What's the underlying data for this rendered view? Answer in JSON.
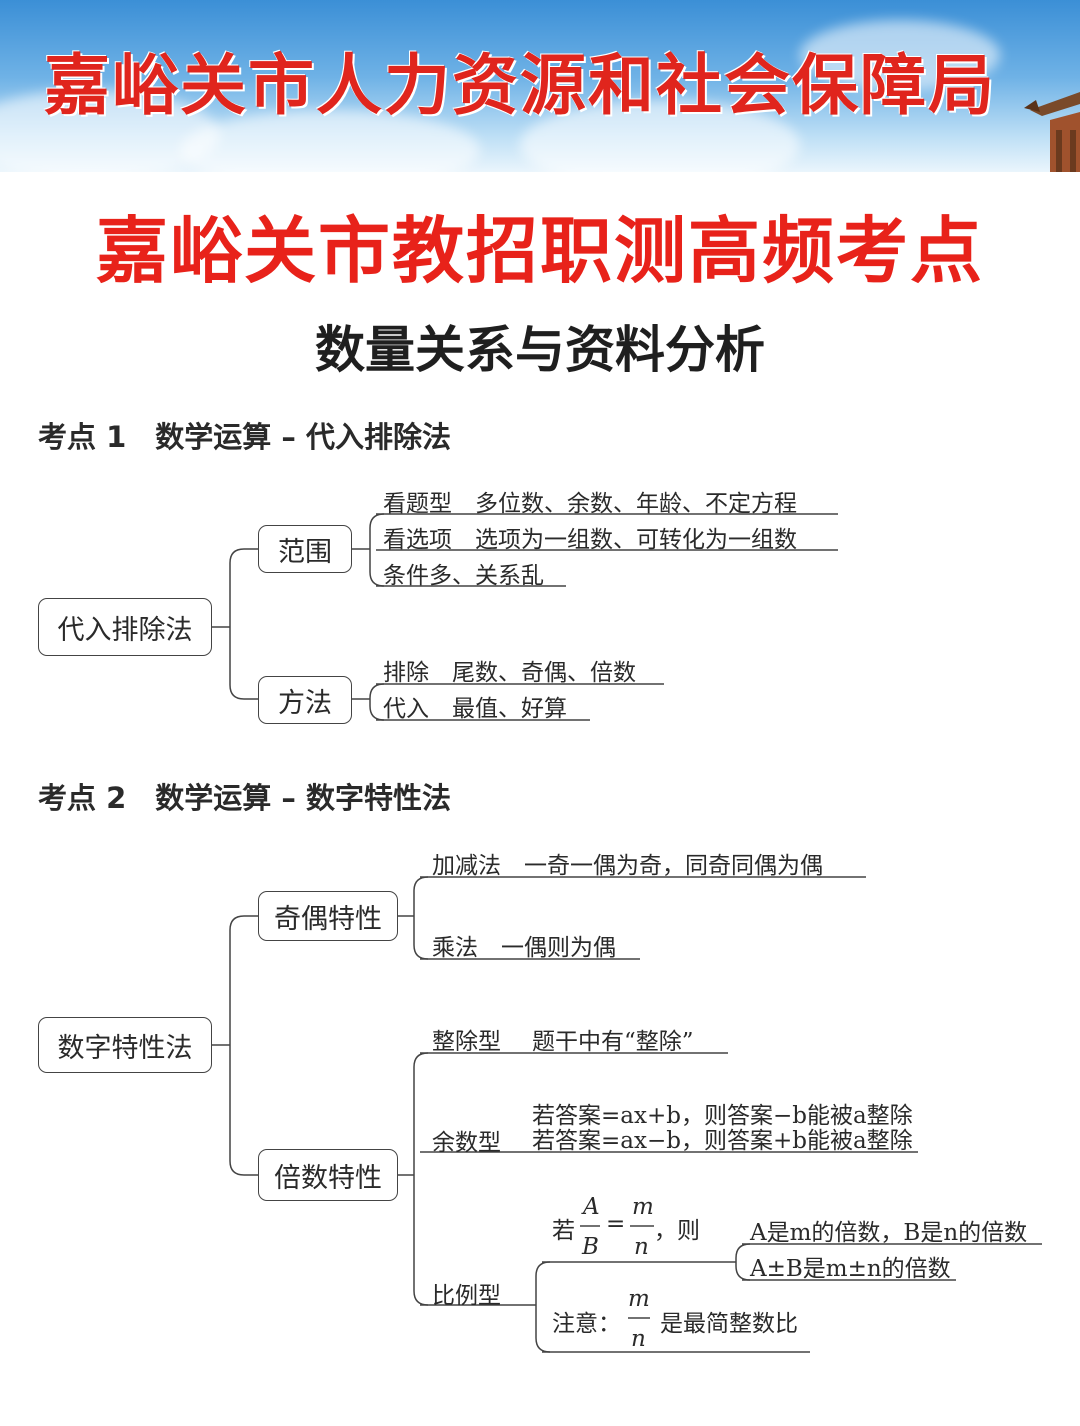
{
  "banner": {
    "title": "嘉峪关市人力资源和社会保障局"
  },
  "title": "嘉峪关市教招职测高频考点",
  "subtitle": "数量关系与资料分析",
  "section1": {
    "heading": "考点 1　数学运算 – 代入排除法",
    "root": "代入排除法",
    "branch_scope": "范围",
    "scope_items": [
      "看题型　多位数、余数、年龄、不定方程",
      "看选项　选项为一组数、可转化为一组数",
      "条件多、关系乱"
    ],
    "branch_method": "方法",
    "method_items": [
      "排除　尾数、奇偶、倍数",
      "代入　最值、好算"
    ]
  },
  "section2": {
    "heading": "考点 2　数学运算 – 数字特性法",
    "root": "数字特性法",
    "branch_parity": "奇偶特性",
    "parity_items": [
      "加减法　一奇一偶为奇，同奇同偶为偶",
      "乘法　一偶则为偶"
    ],
    "branch_multiple": "倍数特性",
    "divisible_label": "整除型",
    "divisible_text": "题干中有“整除”",
    "remainder_label": "余数型",
    "remainder_lines": [
      "若答案=ax+b，则答案−b能被a整除",
      "若答案=ax−b，则答案+b能被a整除"
    ],
    "ratio_label": "比例型",
    "ratio_if": "若",
    "ratio_frac_left_num": "A",
    "ratio_frac_left_den": "B",
    "ratio_eq": "=",
    "ratio_frac_right_num": "m",
    "ratio_frac_right_den": "n",
    "ratio_then": "，则",
    "ratio_results": [
      "A是m的倍数，B是n的倍数",
      "A±B是m±n的倍数"
    ],
    "note_label": "注意：",
    "note_num": "m",
    "note_den": "n",
    "note_text": "是最简整数比"
  }
}
